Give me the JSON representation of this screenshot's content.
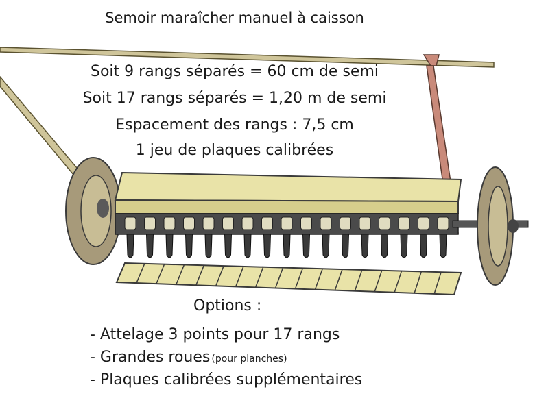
{
  "title": "Semoir maraîcher manuel à caisson",
  "specs": [
    "Soit 9 rangs  séparés = 60 cm de semi",
    "Soit 17 rangs séparés = 1,20 m de semi",
    "Espacement des rangs : 7,5 cm",
    "1 jeu de plaques calibrées"
  ],
  "options": {
    "heading": "Options :",
    "items": [
      {
        "text": "- Attelage 3 points pour 17 rangs",
        "note": ""
      },
      {
        "text": "- Grandes roues",
        "note": "(pour planches)"
      },
      {
        "text": "- Plaques calibrées supplémentaires",
        "note": ""
      }
    ]
  },
  "illustration": {
    "coulters_count": 17,
    "plates_count": 17,
    "colors": {
      "wood": "#e9e3a8",
      "wood_dark": "#b8ad6a",
      "metal": "#3a3a3a",
      "tire": "#a79a7a",
      "handle": "#cfc59a",
      "rust": "#c98a7a"
    }
  }
}
